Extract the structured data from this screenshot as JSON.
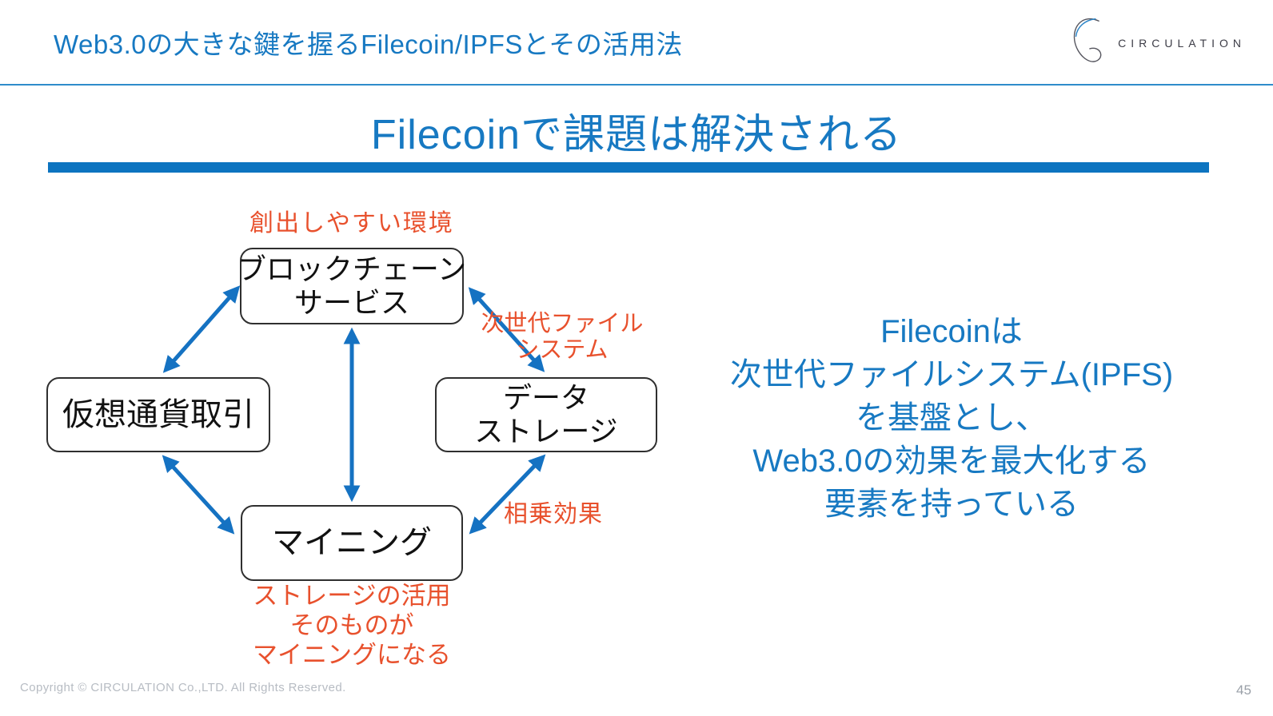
{
  "header": {
    "title": "Web3.0の大きな鍵を握るFilecoin/IPFSとその活用法",
    "logo_text": "CIRCULATION"
  },
  "slide": {
    "title": "Filecoinで課題は解決される"
  },
  "diagram": {
    "top_box": {
      "line1": "ブロックチェーン",
      "line2": "サービス"
    },
    "left_box": {
      "label": "仮想通貨取引"
    },
    "right_box": {
      "line1": "データ",
      "line2": "ストレージ"
    },
    "bottom_box": {
      "label": "マイニング"
    },
    "annotations": {
      "top": "創出しやすい環境",
      "right_upper_line1": "次世代ファイル",
      "right_upper_line2": "システム",
      "right_lower": "相乗効果",
      "bottom_line1": "ストレージの活用",
      "bottom_line2": "そのものが",
      "bottom_line3": "マイニングになる"
    },
    "connections": [
      {
        "from": "blockchain-service",
        "to": "crypto-trading",
        "bidirectional": true
      },
      {
        "from": "blockchain-service",
        "to": "mining",
        "bidirectional": true
      },
      {
        "from": "blockchain-service",
        "to": "data-storage",
        "bidirectional": true
      },
      {
        "from": "crypto-trading",
        "to": "mining",
        "bidirectional": true
      },
      {
        "from": "data-storage",
        "to": "mining",
        "bidirectional": true
      }
    ]
  },
  "message": {
    "line1": "Filecoinは",
    "line2": "次世代ファイルシステム(IPFS)",
    "line3": "を基盤とし、",
    "line4": "Web3.0の効果を最大化する",
    "line5": "要素を持っている"
  },
  "footer": {
    "copyright": "Copyright © CIRCULATION Co.,LTD. All Rights Reserved.",
    "page_number": "45"
  },
  "colors": {
    "accent_blue": "#1779c2",
    "rule_blue": "#0d74c0",
    "arrow_blue": "#1572c2",
    "annotation_red": "#e8512d",
    "box_border": "#2f2f2f"
  }
}
